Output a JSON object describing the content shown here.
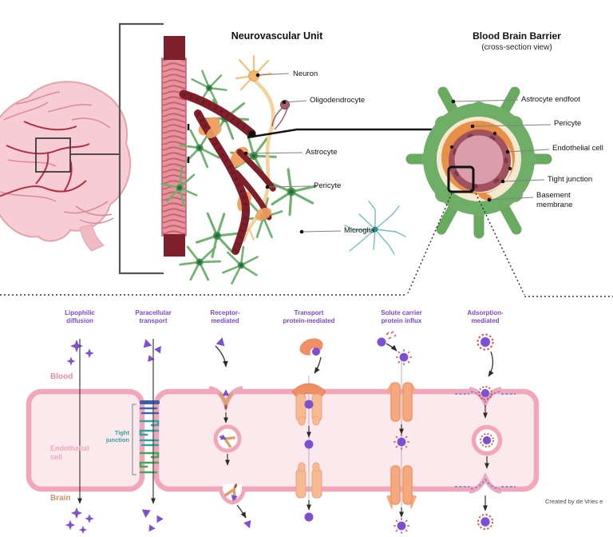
{
  "top": {
    "nvu": {
      "title": "Neurovascular Unit",
      "labels": {
        "neuron": "Neuron",
        "oligodendrocyte": "Oligodendrocyte",
        "astrocyte": "Astrocyte",
        "pericyte": "Pericyte",
        "microglia": "Microglia"
      }
    },
    "bbb": {
      "title": "Blood Brain Barrier",
      "subtitle": "(cross-section view)",
      "labels": {
        "astrocyte_endfoot": "Astrocyte endfoot",
        "pericyte": "Pericyte",
        "endothelial_cell": "Endothelial cell",
        "tight_junction": "Tight junction",
        "basement_line1": "Basement",
        "basement_line2": "membrane"
      }
    }
  },
  "bottom": {
    "mechanisms": [
      {
        "label": "Lipophilic diffusion",
        "line1": "Lipophilic",
        "line2": "diffusion"
      },
      {
        "label": "Paracellular transport",
        "line1": "Paracellular",
        "line2": "transport"
      },
      {
        "label": "Receptor-mediated",
        "line1": "Receptor-",
        "line2": "mediated"
      },
      {
        "label": "Transport protein-mediated",
        "line1": "Transport",
        "line2": "protein-mediated"
      },
      {
        "label": "Solute carrier protein influx",
        "line1": "Solute carrier",
        "line2": "protein influx"
      },
      {
        "label": "Adsorption-mediated",
        "line1": "Adsorption-",
        "line2": "mediated"
      }
    ],
    "sides": {
      "blood": "Blood",
      "endothelial_line1": "Endothelial",
      "endothelial_line2": "cell",
      "brain": "Brain",
      "tight_junction_line1": "Tight",
      "tight_junction_line2": "junction"
    },
    "credit": "Created by de Vries e"
  },
  "colors": {
    "header_purple": "#7b49c6",
    "molecule_purple": "#7d4fd2",
    "membrane_border": "#f3a6ba",
    "membrane_fill": "#fce9ee",
    "blood_label": "#ee8aa0",
    "endothelial_label": "#f3a6bb",
    "brain_label": "#cd9168",
    "tight_junction_label": "#2fa3a0",
    "astrocyte_green": "#68ab60",
    "vessel_dark_red": "#7e1f2a",
    "pericyte_orange": "#e89045",
    "neuron_yellow": "#f0b96a",
    "microglia_teal": "#72c1bd",
    "protein_orange": "#f6a87f",
    "spike_red": "#e04848"
  }
}
